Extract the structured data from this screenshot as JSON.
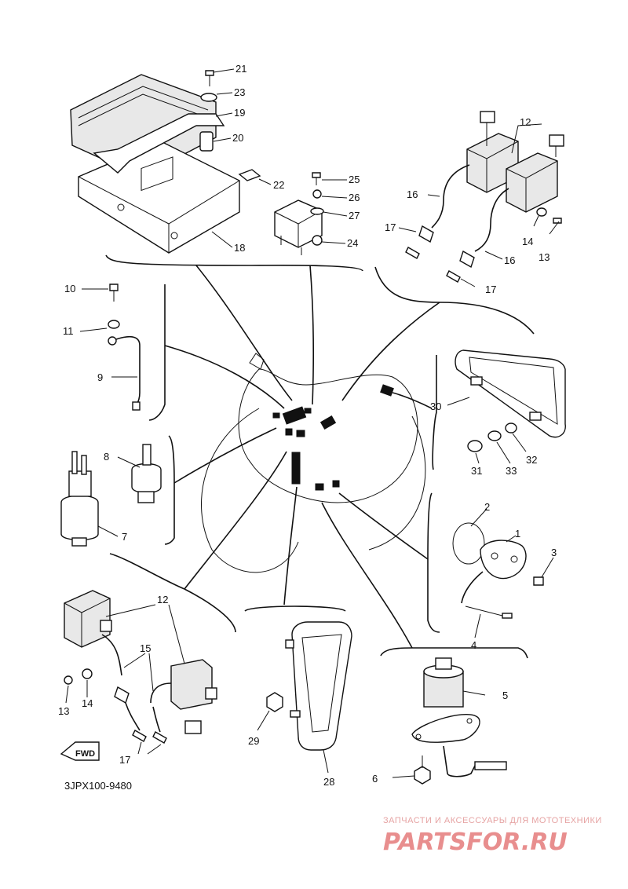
{
  "diagram": {
    "code": "3JPX100-9480",
    "fwd_label": "FWD",
    "callouts": {
      "c21": "21",
      "c23": "23",
      "c19": "19",
      "c20": "20",
      "c22": "22",
      "c18": "18",
      "c25": "25",
      "c26": "26",
      "c27": "27",
      "c24": "24",
      "c12a": "12",
      "c16a": "16",
      "c17a": "17",
      "c14a": "14",
      "c13a": "13",
      "c16b": "16",
      "c17b": "17",
      "c10": "10",
      "c11": "11",
      "c9": "9",
      "c8": "8",
      "c7": "7",
      "c30": "30",
      "c31": "31",
      "c33": "33",
      "c32": "32",
      "c2": "2",
      "c1": "1",
      "c3": "3",
      "c4": "4",
      "c12b": "12",
      "c15": "15",
      "c13b": "13",
      "c14b": "14",
      "c17c": "17",
      "c28": "28",
      "c29": "29",
      "c5": "5",
      "c6": "6"
    }
  },
  "watermark": {
    "tagline": "ЗАПЧАСТИ И АКСЕССУАРЫ ДЛЯ МОТОТЕХНИКИ",
    "logo": "PARTSFOR.RU"
  }
}
